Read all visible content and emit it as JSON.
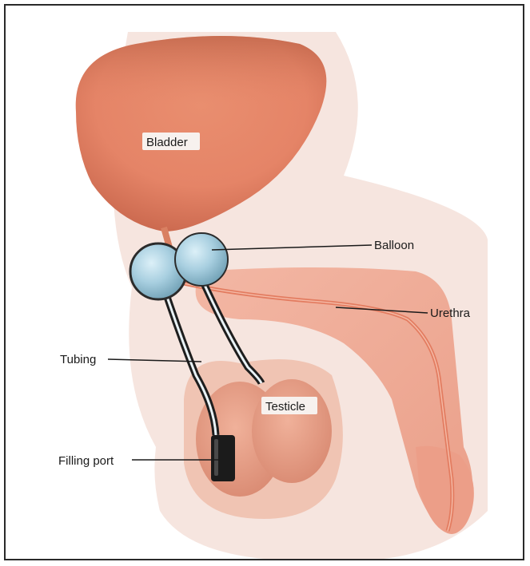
{
  "labels": {
    "bladder": "Bladder",
    "balloon": "Balloon",
    "urethra": "Urethra",
    "tubing": "Tubing",
    "testicle": "Testicle",
    "filling_port": "Filling port"
  },
  "colors": {
    "background_body": "#f3dcd3",
    "penis_pink": "#eeaa96",
    "bladder": "#e58a6c",
    "balloon": "#a9d0e0",
    "tubing": "#2b2b2b",
    "filling_port": "#1e1e1e",
    "urethra": "#e47a5e",
    "testicle": "#e8a389",
    "leader_line": "#1a1a1a"
  }
}
